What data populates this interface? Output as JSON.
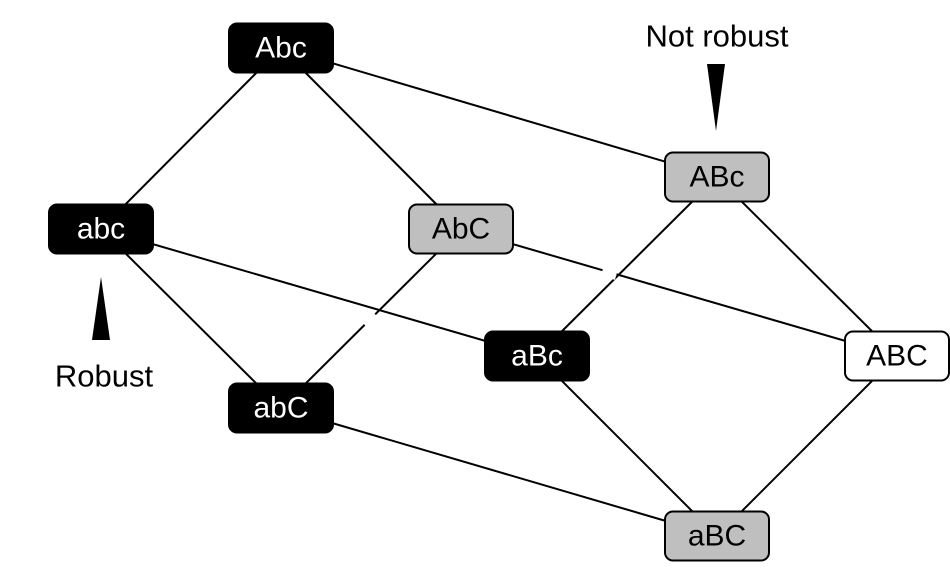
{
  "colors": {
    "black": "#000000",
    "gray": "#bfbfbf",
    "white": "#ffffff"
  },
  "nodes": [
    {
      "id": "Abc",
      "label": "Abc",
      "fill": "black"
    },
    {
      "id": "abc",
      "label": "abc",
      "fill": "black"
    },
    {
      "id": "AbC",
      "label": "AbC",
      "fill": "gray"
    },
    {
      "id": "abC",
      "label": "abC",
      "fill": "black"
    },
    {
      "id": "ABc",
      "label": "ABc",
      "fill": "gray"
    },
    {
      "id": "aBc",
      "label": "aBc",
      "fill": "black"
    },
    {
      "id": "ABC",
      "label": "ABC",
      "fill": "white"
    },
    {
      "id": "aBC",
      "label": "aBC",
      "fill": "gray"
    }
  ],
  "edges": [
    [
      "Abc",
      "abc"
    ],
    [
      "Abc",
      "AbC"
    ],
    [
      "Abc",
      "ABc"
    ],
    [
      "abc",
      "abC"
    ],
    [
      "abc",
      "aBc"
    ],
    [
      "AbC",
      "abC"
    ],
    [
      "AbC",
      "ABC"
    ],
    [
      "abC",
      "aBC"
    ],
    [
      "ABc",
      "aBc"
    ],
    [
      "ABc",
      "ABC"
    ],
    [
      "aBc",
      "aBC"
    ],
    [
      "ABC",
      "aBC"
    ]
  ],
  "annotations": [
    {
      "id": "robust",
      "text": "Robust",
      "target": "abc"
    },
    {
      "id": "not-robust",
      "text": "Not robust",
      "target": "ABc"
    }
  ]
}
